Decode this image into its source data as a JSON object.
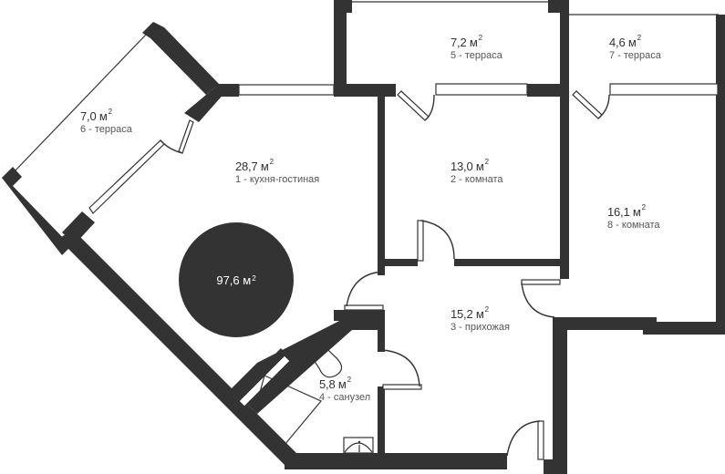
{
  "plan": {
    "total_area": "97,6 м",
    "area_unit_superscript": "2",
    "colors": {
      "wall": "#333333",
      "background": "#ffffff",
      "text": "#333333",
      "total_circle": "#333333",
      "total_text": "#ffffff"
    },
    "rooms": [
      {
        "number": 1,
        "area": "28,7 м",
        "name": "1 - кухня-гостиная"
      },
      {
        "number": 2,
        "area": "13,0 м",
        "name": "2 - комната"
      },
      {
        "number": 3,
        "area": "15,2 м",
        "name": "3 - прихожая"
      },
      {
        "number": 4,
        "area": "5,8 м",
        "name": "4 - санузел"
      },
      {
        "number": 5,
        "area": "7,2 м",
        "name": "5 - терраса"
      },
      {
        "number": 6,
        "area": "7,0 м",
        "name": "6 - терраса"
      },
      {
        "number": 7,
        "area": "4,6 м",
        "name": "7 - терраса"
      },
      {
        "number": 8,
        "area": "16,1 м",
        "name": "8 - комната"
      }
    ],
    "icons": {
      "meter": "i"
    }
  }
}
